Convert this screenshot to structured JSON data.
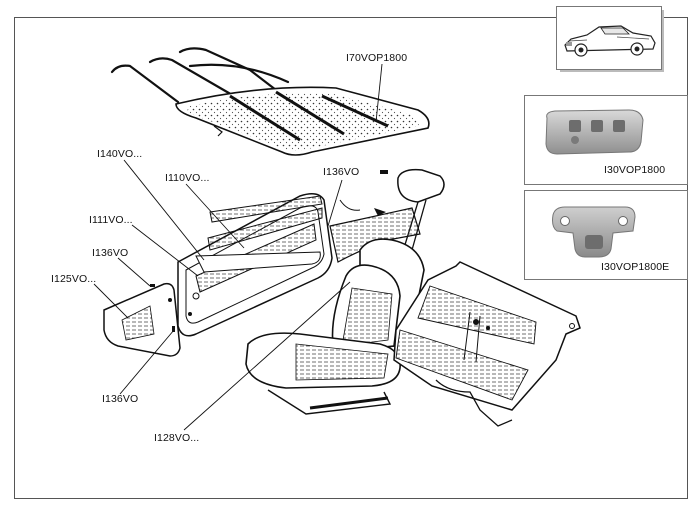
{
  "diagram": {
    "parts": [
      {
        "id": "roof",
        "label": "I70VOP1800"
      },
      {
        "id": "door-trim-upper",
        "label": "I140VO..."
      },
      {
        "id": "door-trim-strip",
        "label": "I110VO..."
      },
      {
        "id": "door-trim-rail",
        "label": "I111VO..."
      },
      {
        "id": "clip-upper",
        "label": "I136VO"
      },
      {
        "id": "rear-side-panel",
        "label": "I125VO..."
      },
      {
        "id": "clip-lower",
        "label": "I136VO"
      },
      {
        "id": "seat-front",
        "label": "I128VO..."
      },
      {
        "id": "headrest-clip",
        "label": "I136VO"
      }
    ],
    "insets": [
      {
        "id": "visor-clip-a",
        "label": "I30VOP1800"
      },
      {
        "id": "visor-clip-b",
        "label": "I30VOP1800E"
      }
    ]
  }
}
